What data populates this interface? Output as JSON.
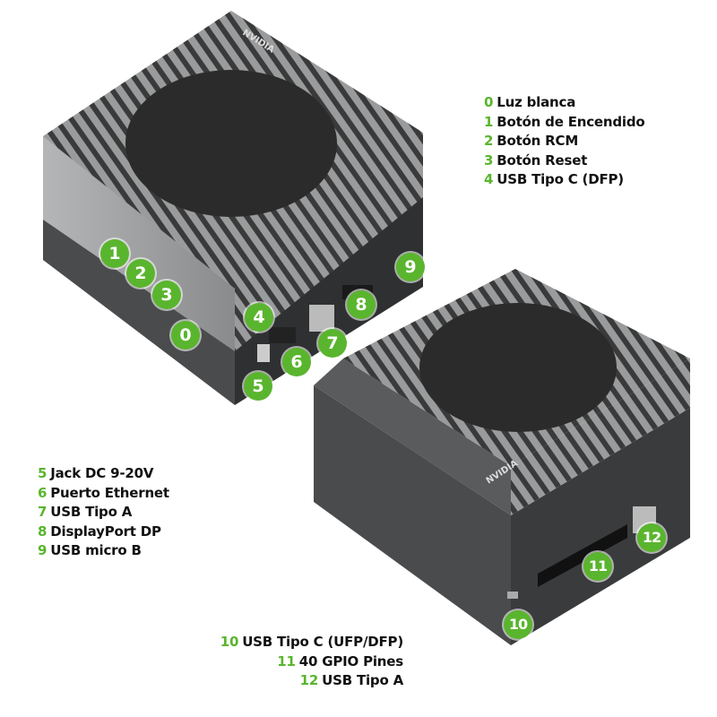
{
  "brand": "NVIDIA",
  "colors": {
    "accent": "#5ab52e",
    "text": "#111111"
  },
  "legend_top": [
    {
      "num": "0",
      "label": "Luz blanca"
    },
    {
      "num": "1",
      "label": "Botón de Encendido"
    },
    {
      "num": "2",
      "label": "Botón RCM"
    },
    {
      "num": "3",
      "label": "Botón Reset"
    },
    {
      "num": "4",
      "label": "USB Tipo C (DFP)"
    }
  ],
  "legend_left": [
    {
      "num": "5",
      "label": "Jack DC 9-20V"
    },
    {
      "num": "6",
      "label": "Puerto Ethernet"
    },
    {
      "num": "7",
      "label": "USB Tipo A"
    },
    {
      "num": "8",
      "label": "DisplayPort DP"
    },
    {
      "num": "9",
      "label": "USB micro B"
    }
  ],
  "legend_bottom": [
    {
      "num": "10",
      "label": "USB Tipo C (UFP/DFP)"
    },
    {
      "num": "11",
      "label": "40 GPIO Pines"
    },
    {
      "num": "12",
      "label": "USB Tipo A"
    }
  ],
  "markers": [
    "0",
    "1",
    "2",
    "3",
    "4",
    "5",
    "6",
    "7",
    "8",
    "9",
    "10",
    "11",
    "12"
  ]
}
